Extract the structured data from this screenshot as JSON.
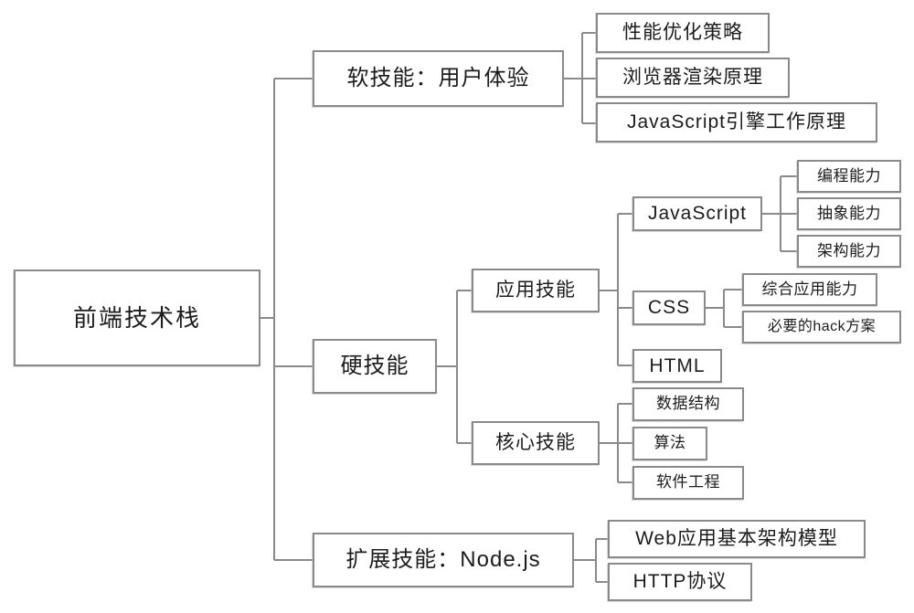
{
  "diagram": {
    "type": "mindmap",
    "title": "前端技术栈",
    "orientation": "left-to-right",
    "style": {
      "box_border_color": "#8a8a8a",
      "box_fill_color": "#ffffff",
      "connector_color": "#8a8a8a",
      "text_color": "#1c1c1c",
      "background": "#ffffff"
    }
  },
  "root": {
    "label": "前端技术栈"
  },
  "branches": [
    {
      "id": "soft-skills",
      "label": "软技能：用户体验",
      "children": [
        {
          "id": "perf-optimization",
          "label": "性能优化策略"
        },
        {
          "id": "browser-rendering",
          "label": "浏览器渲染原理"
        },
        {
          "id": "js-engine",
          "label": "JavaScript引擎工作原理"
        }
      ]
    },
    {
      "id": "hard-skills",
      "label": "硬技能",
      "children": [
        {
          "id": "application-skills",
          "label": "应用技能",
          "children": [
            {
              "id": "javascript",
              "label": "JavaScript",
              "children": [
                {
                  "id": "coding-ability",
                  "label": "编程能力"
                },
                {
                  "id": "abstraction-ability",
                  "label": "抽象能力"
                },
                {
                  "id": "architecture-ability",
                  "label": "架构能力"
                }
              ]
            },
            {
              "id": "css",
              "label": "CSS",
              "children": [
                {
                  "id": "comprehensive-ability",
                  "label": "综合应用能力"
                },
                {
                  "id": "necessary-hacks",
                  "label": "必要的hack方案"
                }
              ]
            },
            {
              "id": "html",
              "label": "HTML",
              "children": []
            }
          ]
        },
        {
          "id": "core-skills",
          "label": "核心技能",
          "children": [
            {
              "id": "data-structures",
              "label": "数据结构"
            },
            {
              "id": "algorithms",
              "label": "算法"
            },
            {
              "id": "software-engineering",
              "label": "软件工程"
            }
          ]
        }
      ]
    },
    {
      "id": "extension-skills",
      "label": "扩展技能：Node.js",
      "children": [
        {
          "id": "web-app-architecture",
          "label": "Web应用基本架构模型"
        },
        {
          "id": "http-protocol",
          "label": "HTTP协议"
        }
      ]
    }
  ]
}
